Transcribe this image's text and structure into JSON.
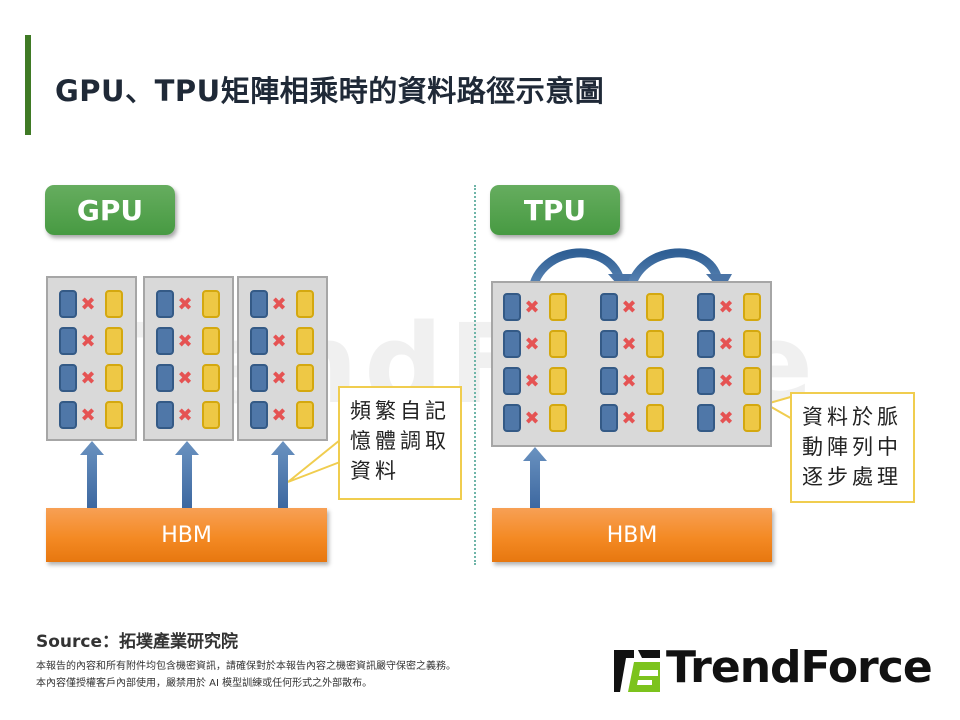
{
  "header": {
    "title": "GPU、TPU矩陣相乘時的資料路徑示意圖",
    "accent_color": "#3f7a25"
  },
  "watermark": "TrendForce",
  "gpu": {
    "badge_label": "GPU",
    "panels": 3,
    "rows_per_panel": 4,
    "hbm_label": "HBM",
    "callout_lines": [
      "頻繁自記",
      "憶體調取",
      "資料"
    ]
  },
  "tpu": {
    "badge_label": "TPU",
    "columns": 3,
    "rows": 4,
    "hbm_label": "HBM",
    "callout_lines": [
      "資料於脈",
      "動陣列中",
      "逐步處理"
    ]
  },
  "icons": {
    "multiply": "✖",
    "flow_arrow": "up-arrow",
    "systolic_arrow": "curved-arrow"
  },
  "colors": {
    "badge_green": "#4fa048",
    "cell_blue": "#4f77a8",
    "cell_yellow": "#eec845",
    "multiply_red": "#e55353",
    "hbm_orange": "#f48a24",
    "panel_gray": "#d9d9d9",
    "callout_border": "#f0cd4f",
    "arrow_blue": "#4a74a6"
  },
  "footer": {
    "source": "Source：拓墣產業研究院",
    "disclaimer_line1": "本報告的內容和所有附件均包含機密資訊，請確保對於本報告內容之機密資訊嚴守保密之義務。",
    "disclaimer_line2": "本內容僅授權客戶內部使用，嚴禁用於 AI 模型訓練或任何形式之外部散布。",
    "logo_text": "TrendForce"
  }
}
